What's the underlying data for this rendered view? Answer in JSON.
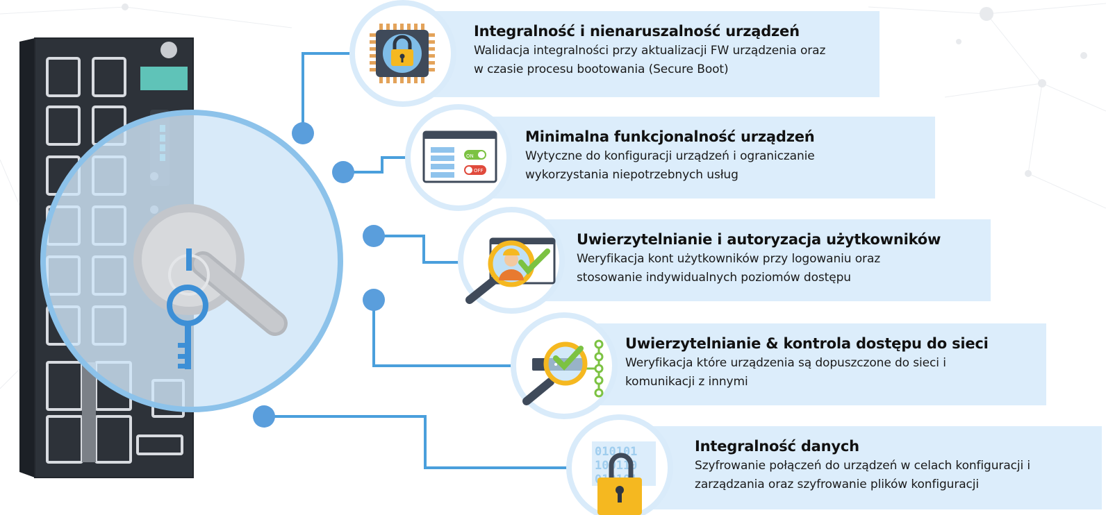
{
  "colors": {
    "accent": "#4a9fdc",
    "panel_bg": "#dcedfb",
    "switch_body": "#2b3037",
    "lock_gold": "#f5b820",
    "check_green": "#7cc242"
  },
  "icons": {
    "device": "network-switch-icon",
    "lock": "padlock-handle-icon",
    "key": "key-icon",
    "item1": "chip-lock-icon",
    "item2": "on-off-settings-icon",
    "item3": "user-magnifier-check-icon",
    "item4": "network-magnifier-check-icon",
    "item5": "binary-padlock-icon"
  },
  "items": [
    {
      "title": "Integralność i nienaruszalność urządzeń",
      "desc": "Walidacja integralności przy aktualizacji FW urządzenia oraz\nw czasie procesu bootowania  (Secure Boot)"
    },
    {
      "title": "Minimalna funkcjonalność urządzeń",
      "desc": "Wytyczne do konfiguracji urządzeń i ograniczanie\nwykorzystania niepotrzebnych usług"
    },
    {
      "title": "Uwierzytelnianie i autoryzacja użytkowników",
      "desc": "Weryfikacja kont użytkowników przy logowaniu oraz\nstosowanie indywidualnych poziomów dostępu"
    },
    {
      "title": "Uwierzytelnianie & kontrola dostępu do sieci",
      "desc": "Weryfikacja które urządzenia są dopuszczone do sieci i\nkomunikacji z innymi"
    },
    {
      "title": "Integralność danych",
      "desc": "Szyfrowanie połączeń do urządzeń w celach konfiguracji i\nzarządzania oraz szyfrowanie plików konfiguracji"
    }
  ],
  "switches": {
    "on": "ON",
    "off": "OFF"
  },
  "binary_text": [
    "010101",
    "100110",
    "010101"
  ]
}
